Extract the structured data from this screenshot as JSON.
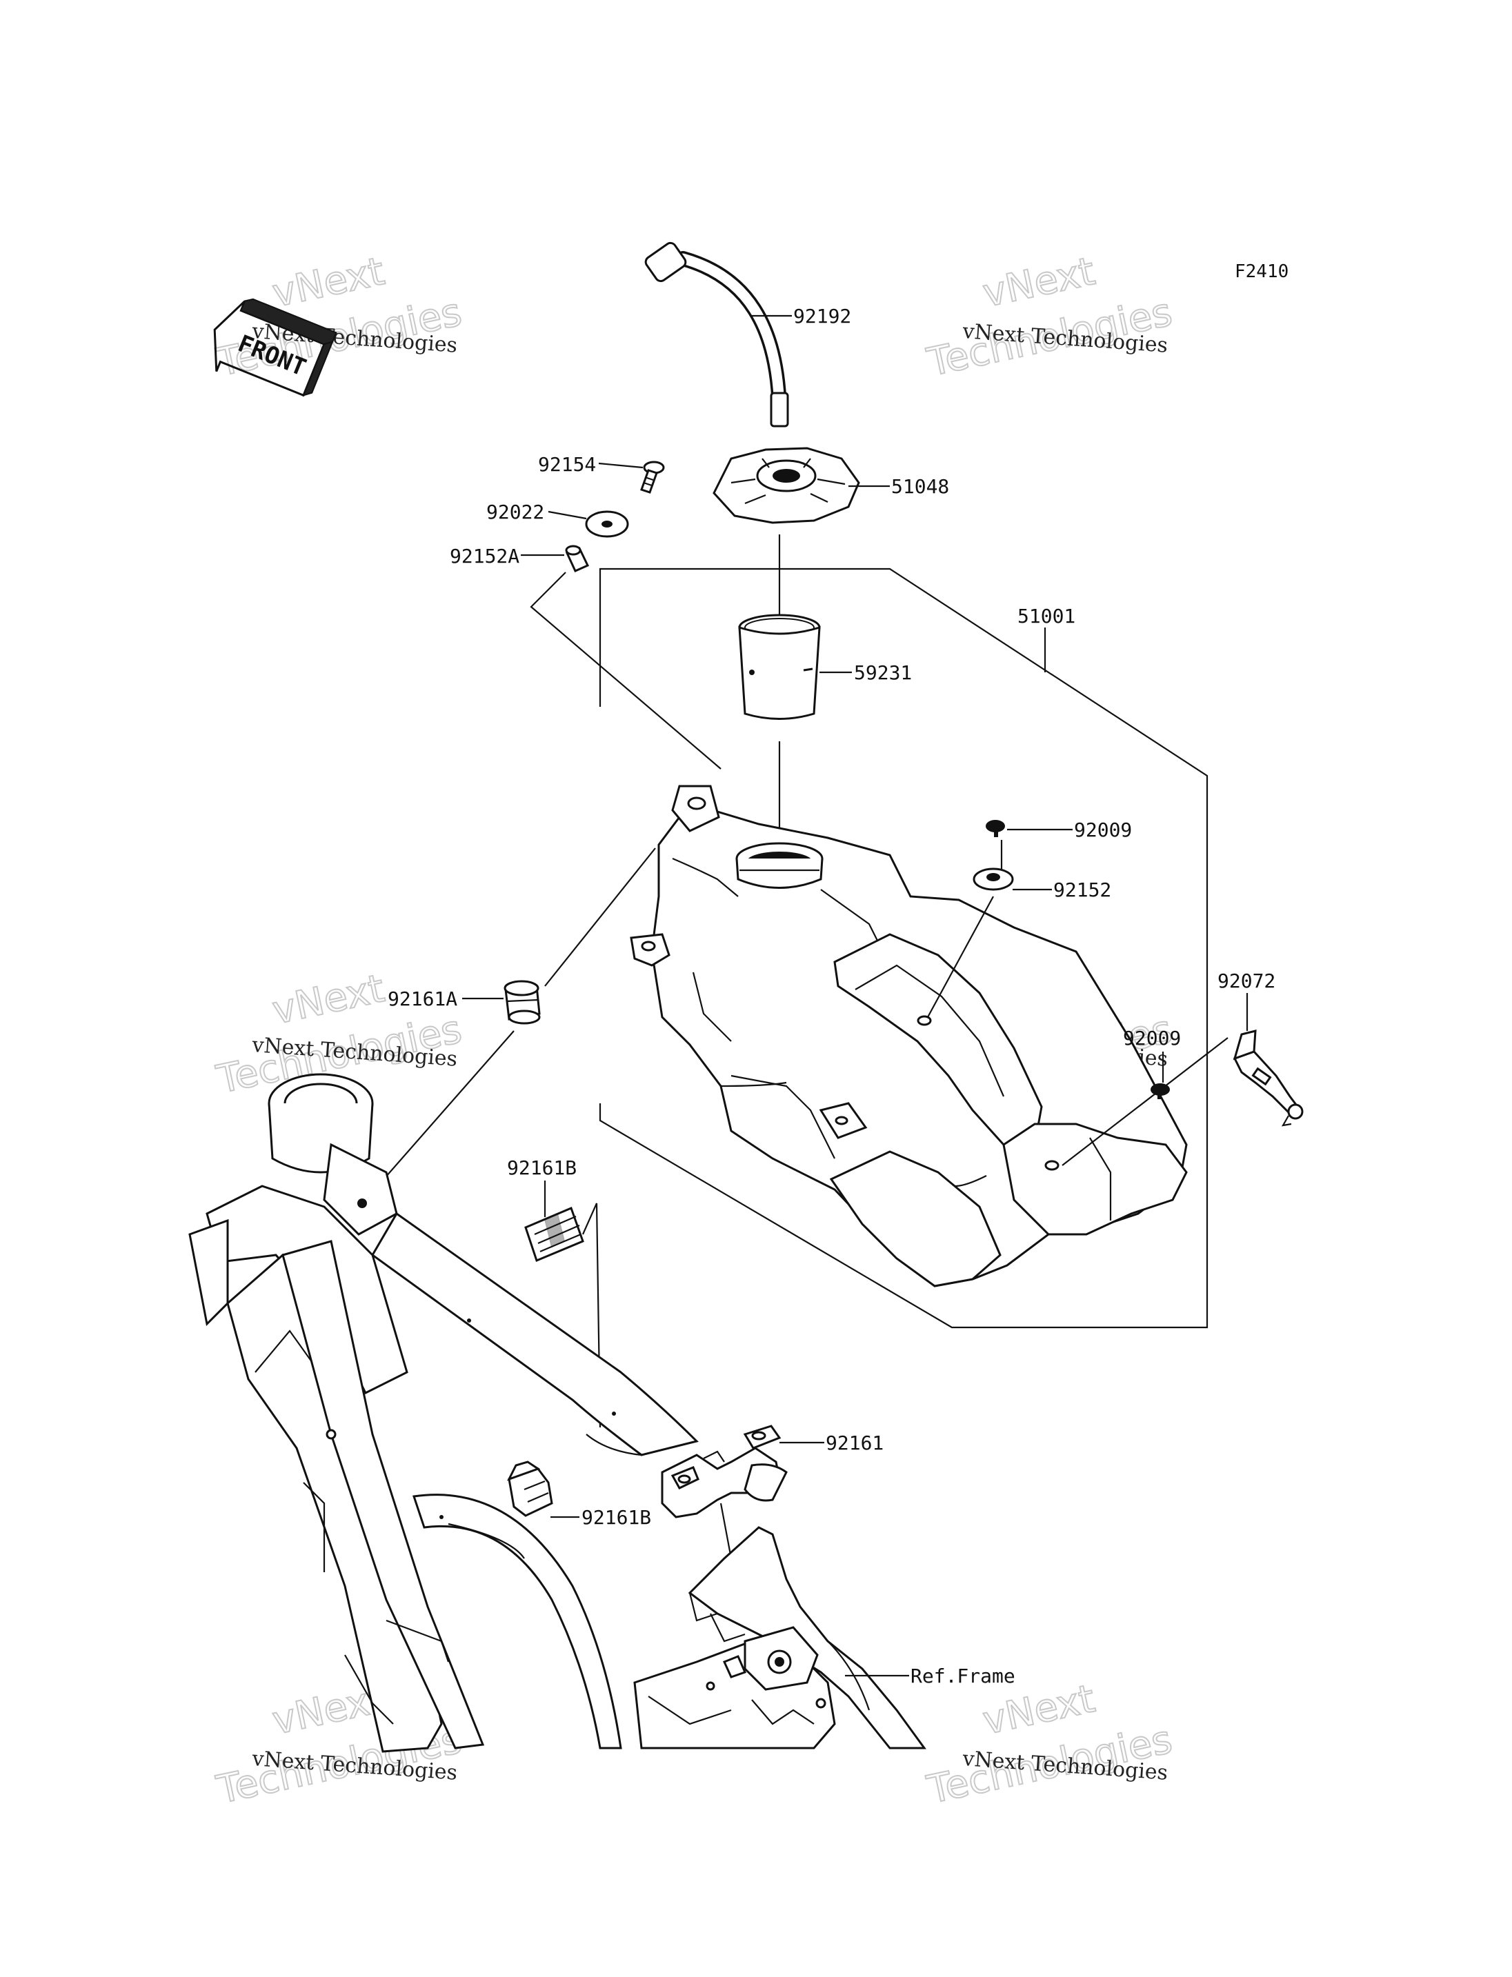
{
  "figure_code": "F2410",
  "front_label": "FRONT",
  "watermark": {
    "line1": "vNext",
    "line2": "Technologies",
    "small": "vNext Technologies"
  },
  "parts": {
    "p92192": "92192",
    "p92154": "92154",
    "p51048": "51048",
    "p92022": "92022",
    "p92152A": "92152A",
    "p51001": "51001",
    "p59231": "59231",
    "p92009a": "92009",
    "p92152": "92152",
    "p92072": "92072",
    "p92161A": "92161A",
    "p92009b": "92009",
    "p92161B_top": "92161B",
    "p92161": "92161",
    "p92161B_bottom": "92161B",
    "ref_frame": "Ref.Frame"
  }
}
